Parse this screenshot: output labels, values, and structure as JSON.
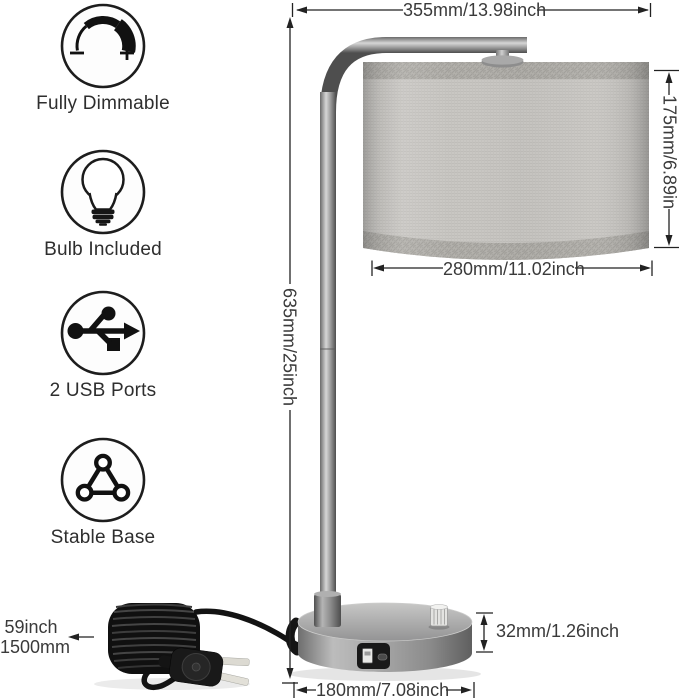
{
  "features": [
    {
      "icon": "dimmer-icon",
      "label": "Fully Dimmable"
    },
    {
      "icon": "bulb-icon",
      "label": "Bulb Included"
    },
    {
      "icon": "usb-icon",
      "label": "2 USB Ports"
    },
    {
      "icon": "stable-base-icon",
      "label": "Stable Base"
    }
  ],
  "dimensions": {
    "top_width": "355mm/13.98inch",
    "total_height": "635mm/25inch",
    "shade_height": "175mm/6.89in",
    "shade_diameter": "280mm/11.02inch",
    "base_height": "32mm/1.26inch",
    "base_diameter": "180mm/7.08inch",
    "cord_inch": "59inch",
    "cord_mm": "1500mm"
  },
  "colors": {
    "line": "#222222",
    "label_text": "#3a3a3a",
    "shade_fabric": "#c9c7c3",
    "shade_trim": "#b2b0ab",
    "metal": "#9a9a9a",
    "cord": "#141414"
  }
}
